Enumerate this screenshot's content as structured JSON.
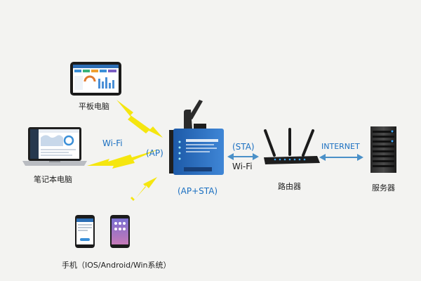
{
  "devices": {
    "tablet": {
      "label": "平板电脑"
    },
    "laptop": {
      "label": "笔记本电脑"
    },
    "phones": {
      "label": "手机（IOS/Android/Win系统）"
    },
    "router": {
      "label": "路由器"
    },
    "server": {
      "label": "服务器"
    }
  },
  "links": {
    "wifi_left": "Wi-Fi",
    "ap": "(AP)",
    "ap_sta": "(AP+STA)",
    "sta": "(STA)",
    "wifi_right": "Wi-Fi",
    "internet": "INTERNET"
  },
  "colors": {
    "lightning": "#f5e60f",
    "label_blue": "#1a6fc1",
    "arrow_blue": "#4a90c8",
    "background": "#f3f3f1"
  }
}
